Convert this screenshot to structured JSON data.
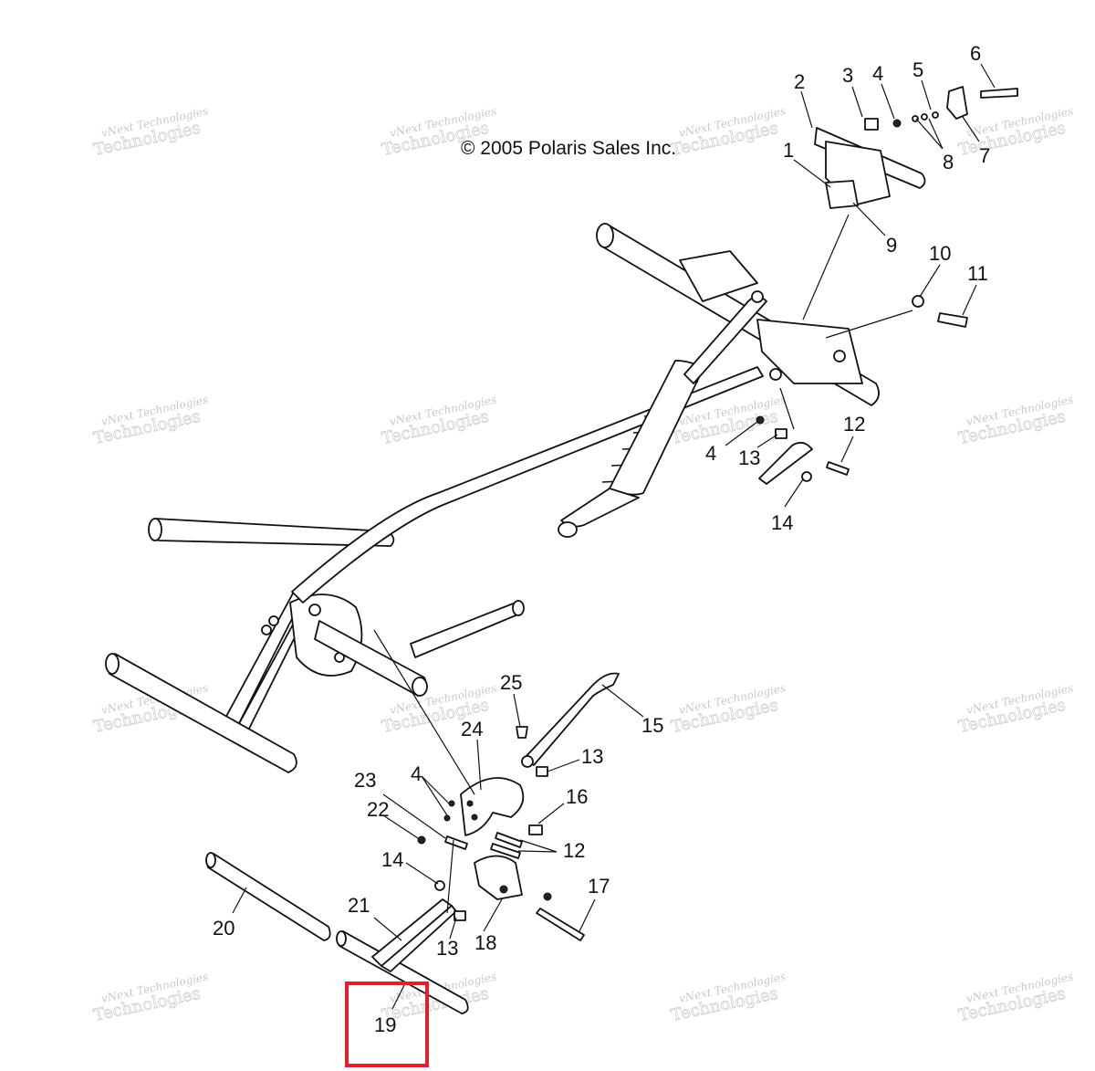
{
  "copyright": "© 2005 Polaris Sales Inc.",
  "watermark": {
    "line1": "vNext Technologies",
    "line2": "Technologies"
  },
  "highlighted_part": "19",
  "labels": {
    "p1": "1",
    "p2": "2",
    "p3": "3",
    "p4a": "4",
    "p5": "5",
    "p6": "6",
    "p7": "7",
    "p8": "8",
    "p9": "9",
    "p10": "10",
    "p11": "11",
    "p12a": "12",
    "p4b": "4",
    "p13a": "13",
    "p14a": "14",
    "p25": "25",
    "p15": "15",
    "p24": "24",
    "p13b": "13",
    "p4c": "4",
    "p23": "23",
    "p16": "16",
    "p22": "22",
    "p12b": "12",
    "p14b": "14",
    "p17": "17",
    "p21": "21",
    "p20": "20",
    "p13c": "13",
    "p18": "18",
    "p19": "19"
  }
}
